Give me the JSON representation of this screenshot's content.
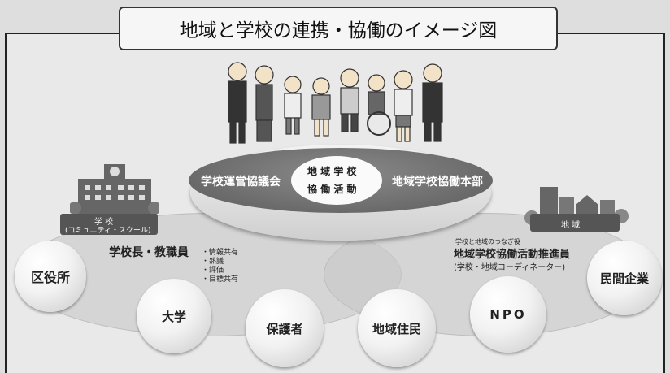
{
  "title": "地域と学校の連携・協働のイメージ図",
  "center": {
    "left_label": "学校運営協議会",
    "core_line1": "地 域 学 校",
    "core_line2": "協 働 活 動",
    "right_label": "地域学校協働本部"
  },
  "school": {
    "badge_line1": "学 校",
    "badge_line2": "(コミュニティ・スクール)",
    "staff_label": "学校長・教職員",
    "share_items": [
      "・情報共有",
      "・熟議",
      "・評価",
      "・目標共有"
    ]
  },
  "community": {
    "badge": "地 域",
    "coordinator_small": "学校と地域のつなぎ役",
    "coordinator_title": "地域学校協働活動推進員",
    "coordinator_sub": "(学校・地域コーディネーター)"
  },
  "partners": [
    "区役所",
    "大学",
    "保護者",
    "地域住民",
    "NPO",
    "民間企業"
  ]
}
